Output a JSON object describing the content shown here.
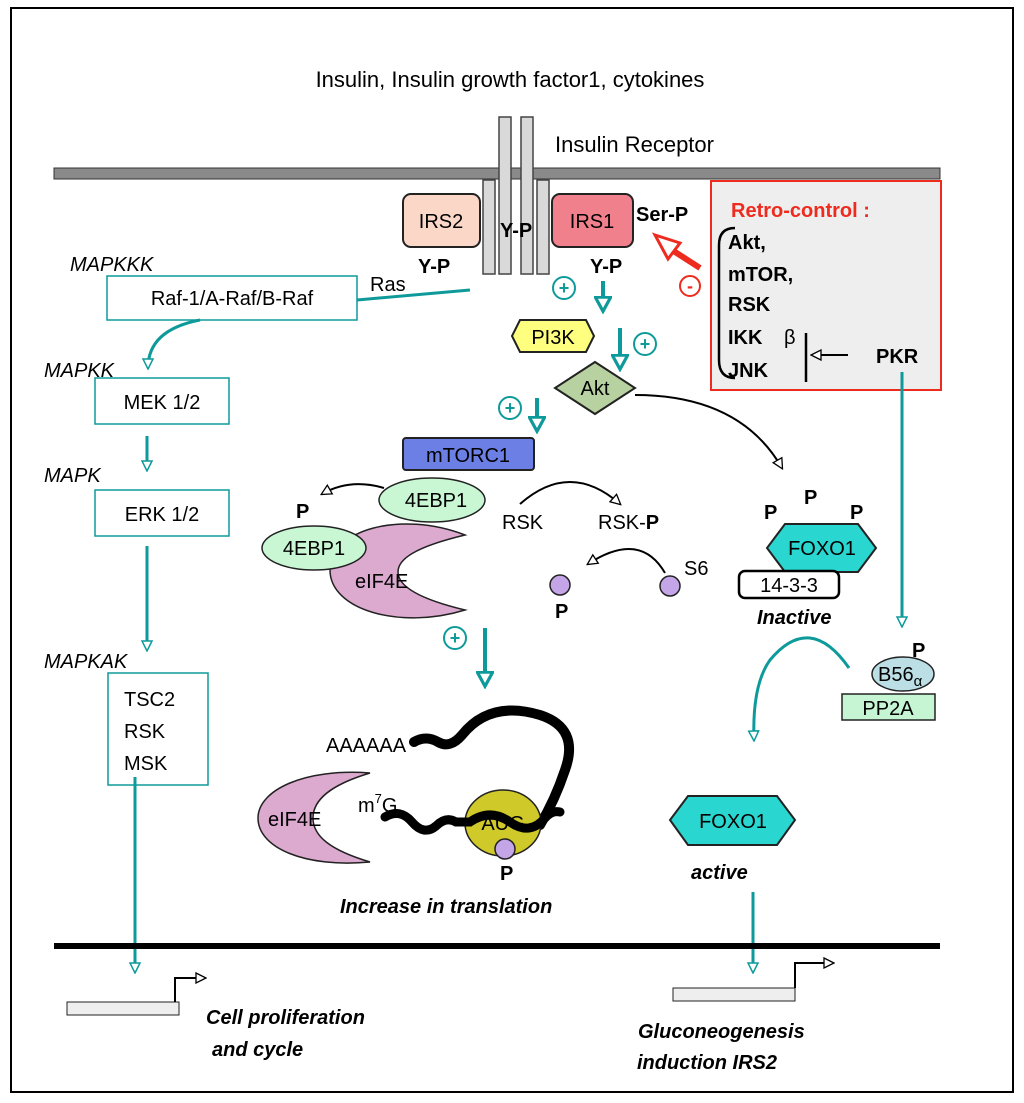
{
  "top_label": "Insulin, Insulin growth factor1, cytokines",
  "receptor_label": "Insulin Receptor",
  "irs2": {
    "label": "IRS2",
    "phospho": "Y-P"
  },
  "irs1": {
    "label": "IRS1",
    "phospho": "Y-P",
    "ser": "Ser-P"
  },
  "center_phospho": "Y-P",
  "retro_control": {
    "title": "Retro-control :",
    "items": [
      "Akt,",
      "mTOR,",
      "RSK",
      "IKK",
      "JNK"
    ],
    "beta": "β",
    "pkr": "PKR",
    "minus": "-"
  },
  "plus": "+",
  "mapk": {
    "mapkkk_label": "MAPKKK",
    "raf_box": "Raf-1/A-Raf/B-Raf",
    "ras": "Ras",
    "mapkk_label": "MAPKK",
    "mek_box": "MEK 1/2",
    "mapk_label": "MAPK",
    "erk_box": "ERK 1/2",
    "mapkak_label": "MAPKAK",
    "mapkak_items": [
      "TSC2",
      "RSK",
      "MSK"
    ]
  },
  "pi3k": "PI3K",
  "akt": "Akt",
  "mtorc1": "mTORC1",
  "translation": {
    "p": "P",
    "ebp1_label": "4EBP1",
    "eif4e": "eIF4E",
    "rsk": "RSK",
    "rsk_p": "RSK-",
    "rsk_p_bold": "P",
    "s6": "S6",
    "polya": "AAAAAA",
    "cap": "m",
    "cap_sup": "7",
    "cap_g": "G",
    "aug": "AUG",
    "increase": "Increase in translation"
  },
  "foxo": {
    "label": "FOXO1",
    "p": "P",
    "protein_1433": "14-3-3",
    "inactive": "Inactive",
    "active": "active",
    "b56": "B56",
    "alpha": "α",
    "pp2a": "PP2A"
  },
  "outputs": {
    "left_line1": "Cell proliferation",
    "left_line2": "and cycle",
    "right_line1": "Gluconeogenesis",
    "right_line2": "induction IRS2"
  },
  "colors": {
    "teal": "#0e9a9a",
    "irs2_fill": "#fbd7c8",
    "irs1_fill": "#f0808c",
    "retro_red": "#ee2b1f",
    "pi3k_fill": "#ffff7f",
    "akt_fill": "#b7d1a0",
    "mtorc1_fill": "#6b7fe5",
    "ebp1_fill": "#c9f7d4",
    "eif4e_fill": "#dca9cf",
    "foxo_fill": "#2ad6d0",
    "aug_fill": "#d0c92a",
    "phospho_fill": "#c4a6e8",
    "b56_fill": "#bcdfe6",
    "pp2a_fill": "#c6f5d4"
  }
}
